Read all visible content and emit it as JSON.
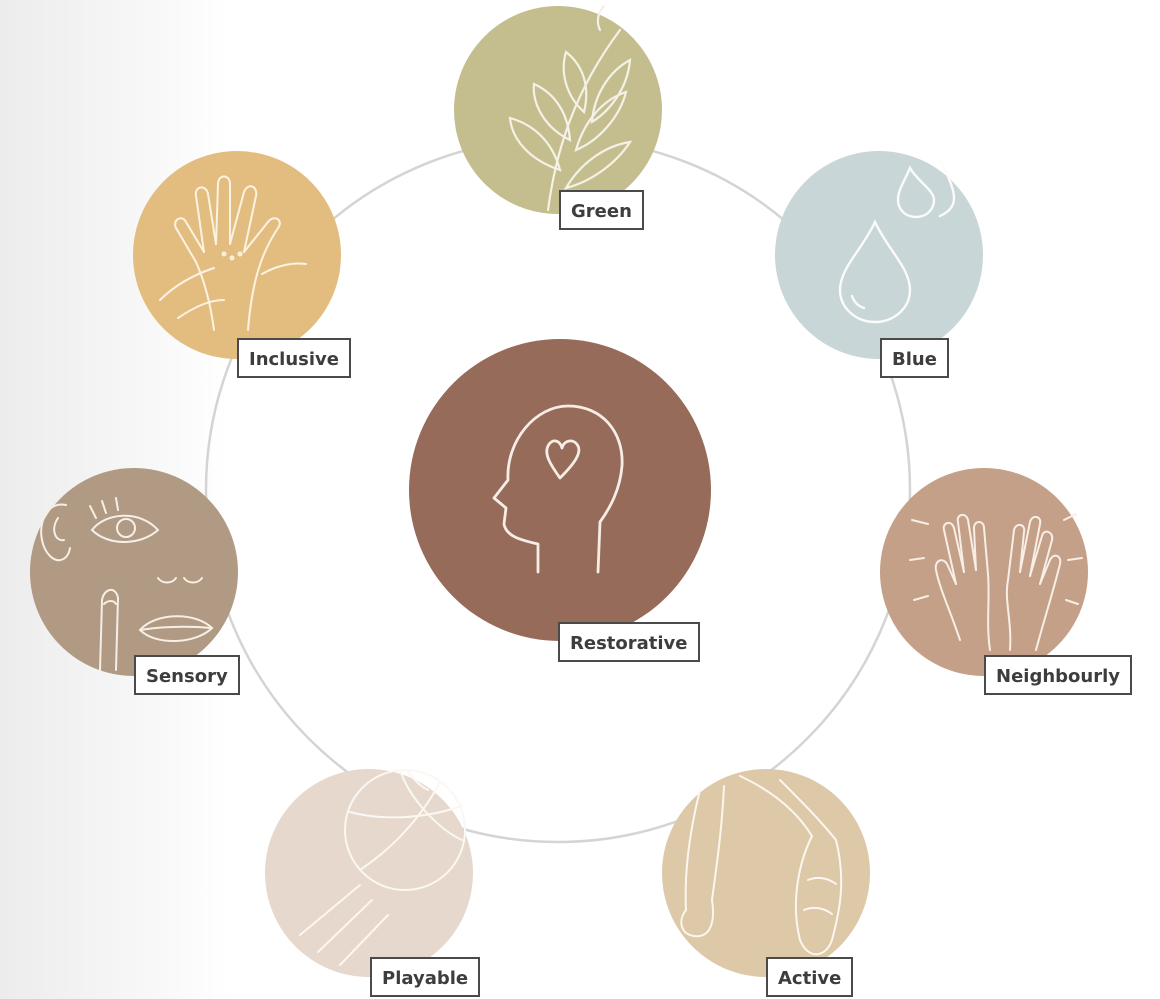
{
  "diagram": {
    "center": {
      "label": "Restorative",
      "color": "#966b59",
      "icon": "head-heart-icon"
    },
    "nodes": [
      {
        "id": "green",
        "label": "Green",
        "color": "#c4be8f",
        "icon": "leaf-branch-icon"
      },
      {
        "id": "blue",
        "label": "Blue",
        "color": "#c8d6d7",
        "icon": "water-drop-icon"
      },
      {
        "id": "neighbourly",
        "label": "Neighbourly",
        "color": "#c5a088",
        "icon": "raised-hands-icon"
      },
      {
        "id": "active",
        "label": "Active",
        "color": "#ddc8a8",
        "icon": "running-feet-icon"
      },
      {
        "id": "playable",
        "label": "Playable",
        "color": "#e6d8cc",
        "icon": "beach-ball-icon"
      },
      {
        "id": "sensory",
        "label": "Sensory",
        "color": "#b09a84",
        "icon": "face-senses-icon"
      },
      {
        "id": "inclusive",
        "label": "Inclusive",
        "color": "#e3bd80",
        "icon": "joined-hands-icon"
      }
    ],
    "ring_color": "#d4d4d4",
    "label_border_color": "#4a4a4a"
  }
}
